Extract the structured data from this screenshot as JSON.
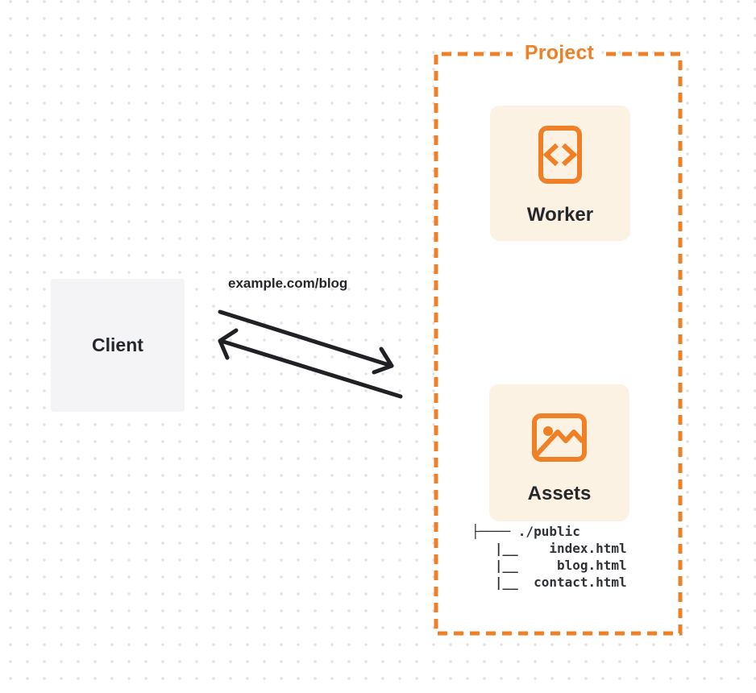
{
  "theme": {
    "accent": "#F08025",
    "card-bg": "#FCF2E4",
    "client-bg": "#F4F4F6",
    "ink": "#25272B",
    "arrow": "#202124",
    "dot": "#E3E3E6",
    "tree-ink": "#2F3237"
  },
  "client": {
    "label": "Client"
  },
  "request": {
    "url_label": "example.com/blog"
  },
  "project": {
    "label": "Project",
    "worker": {
      "label": "Worker",
      "icon": "code-document-icon"
    },
    "assets": {
      "label": "Assets",
      "icon": "image-icon",
      "tree_lines": [
        "├──── ./public",
        "   |__    index.html",
        "   |__     blog.html",
        "   |__  contact.html"
      ]
    }
  }
}
